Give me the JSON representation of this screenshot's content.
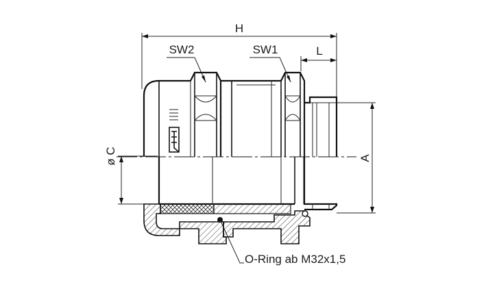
{
  "labels": {
    "h": "H",
    "sw2": "SW2",
    "sw1": "SW1",
    "l": "L",
    "phi_c": "ø C",
    "a": "A",
    "oring_note": "O-Ring ab M32x1,5"
  },
  "colors": {
    "line": "#111111",
    "hatch": "#333333",
    "background": "#ffffff"
  }
}
